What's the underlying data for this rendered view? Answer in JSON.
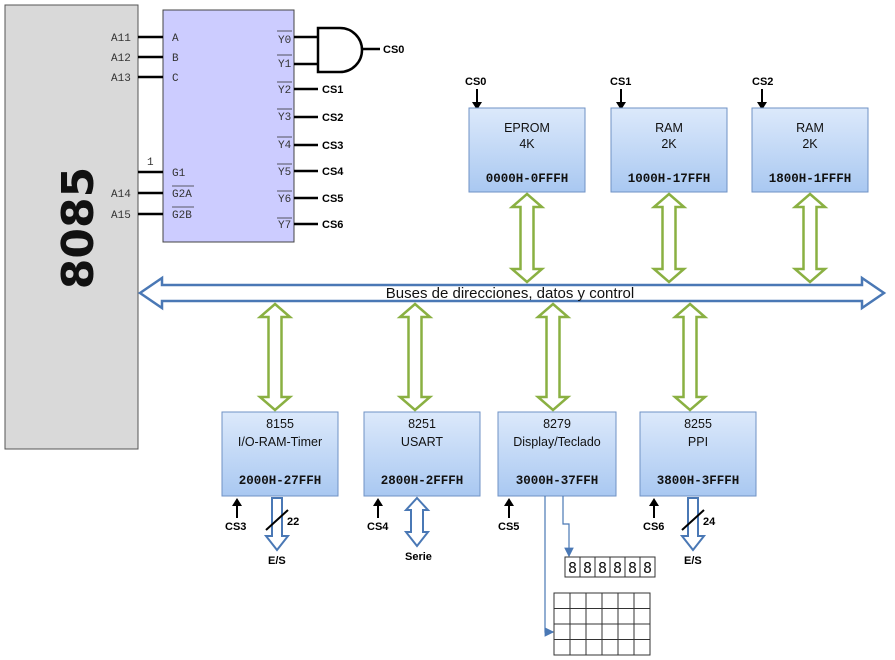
{
  "cpu": {
    "label": "8085"
  },
  "decoder": {
    "inputs": [
      {
        "signal": "A11",
        "pin": "A"
      },
      {
        "signal": "A12",
        "pin": "B"
      },
      {
        "signal": "A13",
        "pin": "C"
      }
    ],
    "enables": [
      {
        "signal": "1",
        "pin": "G1"
      },
      {
        "signal": "A14",
        "pin": "G2A"
      },
      {
        "signal": "A15",
        "pin": "G2B"
      }
    ],
    "outputs": [
      "Y0",
      "Y1",
      "Y2",
      "Y3",
      "Y4",
      "Y5",
      "Y6",
      "Y7"
    ],
    "cs_labels": [
      "CS0",
      "CS1",
      "CS2",
      "CS3",
      "CS4",
      "CS5",
      "CS6"
    ]
  },
  "bus": {
    "label": "Buses de direcciones, datos y control"
  },
  "memory_blocks": [
    {
      "cs": "CS0",
      "name1": "EPROM",
      "name2": "4K",
      "range": "0000H-0FFFH"
    },
    {
      "cs": "CS1",
      "name1": "RAM",
      "name2": "2K",
      "range": "1000H-17FFH"
    },
    {
      "cs": "CS2",
      "name1": "RAM",
      "name2": "2K",
      "range": "1800H-1FFFH"
    }
  ],
  "io_blocks": [
    {
      "cs": "CS3",
      "name1": "8155",
      "name2": "I/O-RAM-Timer",
      "range": "2000H-27FFH",
      "out_label": "E/S",
      "bus_width": "22"
    },
    {
      "cs": "CS4",
      "name1": "8251",
      "name2": "USART",
      "range": "2800H-2FFFH",
      "out_label": "Serie",
      "bus_width": ""
    },
    {
      "cs": "CS5",
      "name1": "8279",
      "name2": "Display/Teclado",
      "range": "3000H-37FFH",
      "out_label": "",
      "bus_width": ""
    },
    {
      "cs": "CS6",
      "name1": "8255",
      "name2": "PPI",
      "range": "3800H-3FFFH",
      "out_label": "E/S",
      "bus_width": "24"
    }
  ],
  "display_digits": [
    "8",
    "8",
    "8",
    "8",
    "8",
    "8"
  ],
  "colors": {
    "cpu_fill": "#d9d9d9",
    "decoder_fill": "#ccccff",
    "block_top": "#dce9fb",
    "block_bottom": "#a9c8f1",
    "block_stroke": "#6f92c4",
    "bus_stroke": "#4a78b5",
    "green_arrow": "#8ab042"
  }
}
